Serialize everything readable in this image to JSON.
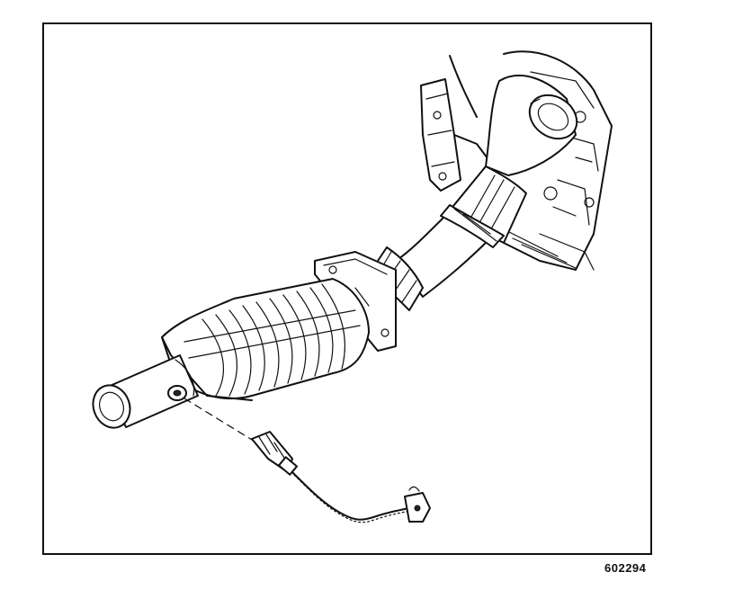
{
  "figure": {
    "reference_number": "602294"
  },
  "parts": [
    {
      "name": "exhaust-manifold-pipe"
    },
    {
      "name": "front-exhaust-pipe"
    },
    {
      "name": "catalytic-converter"
    },
    {
      "name": "converter-outlet-pipe"
    },
    {
      "name": "oxygen-sensor"
    },
    {
      "name": "oxygen-sensor-harness"
    }
  ]
}
